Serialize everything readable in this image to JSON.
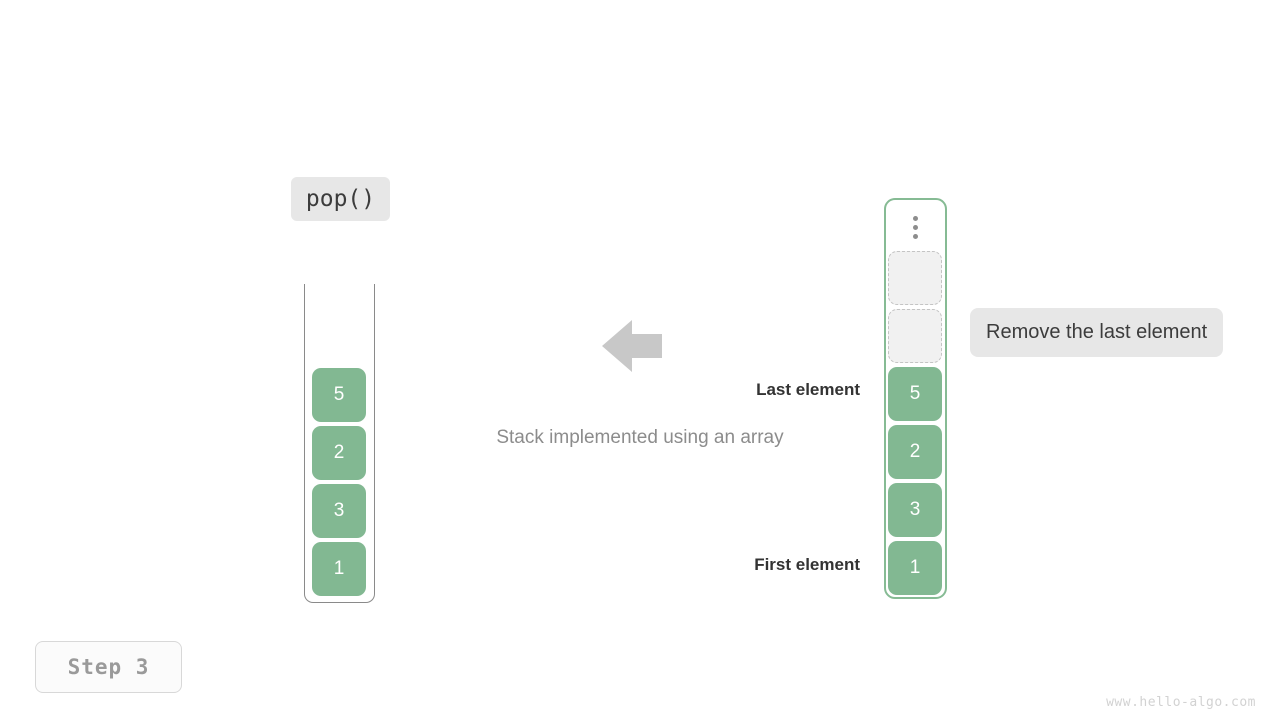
{
  "theme": {
    "element_green": "#82b892",
    "container_green_border": "#86bb94",
    "container_grey_border": "#8a8a8a",
    "pill_bg": "#e7e7e7",
    "arrow_grey": "#c8c8c8",
    "caption_grey": "#8c8c8c",
    "empty_slot_bg": "#f1f1f1",
    "empty_slot_border": "#c4c4c4"
  },
  "operation": {
    "label": "pop()"
  },
  "left_stack": {
    "name": "stack-abstract",
    "container_style": "u-shaped-open-top",
    "items": [
      {
        "value": "1"
      },
      {
        "value": "3"
      },
      {
        "value": "2"
      },
      {
        "value": "5"
      }
    ]
  },
  "right_array": {
    "name": "array-implementation",
    "ellipsis_icon": "vertical-ellipsis-icon",
    "empty_slots": 2,
    "items": [
      {
        "value": "1"
      },
      {
        "value": "3"
      },
      {
        "value": "2"
      },
      {
        "value": "5"
      }
    ]
  },
  "arrow": {
    "icon": "arrow-left-icon",
    "direction": "left"
  },
  "annotations": {
    "last_element": "Last element",
    "first_element": "First element",
    "caption": "Stack implemented using an array",
    "side_note": "Remove the last element"
  },
  "footer": {
    "step": "Step 3",
    "watermark": "www.hello-algo.com"
  }
}
